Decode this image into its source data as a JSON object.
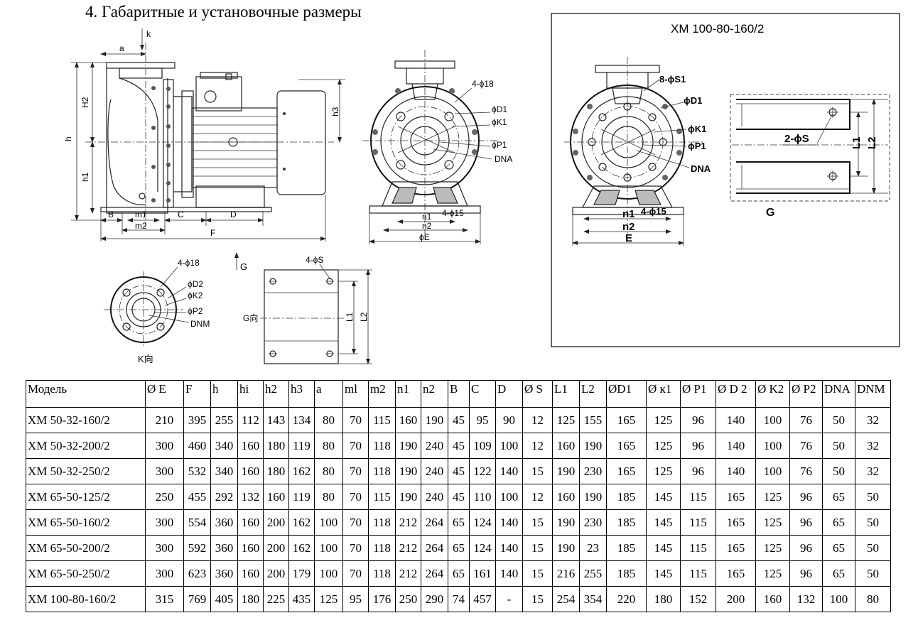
{
  "heading": "4. Габаритные и установочные размеры",
  "side_view_labels": {
    "k": "k",
    "a": "a",
    "H2": "H2",
    "h": "h",
    "h1": "h1",
    "h3": "h3",
    "B": "B",
    "m1": "m1",
    "m2": "m2",
    "C": "C",
    "D": "D",
    "F": "F"
  },
  "front_view_labels": {
    "holes": "4-ϕ18",
    "D1": "ϕD1",
    "K1": "ϕK1",
    "P1": "ϕP1",
    "DNA": "DNA",
    "base_holes": "4-ϕ15",
    "n1": "n1",
    "n2": "n2",
    "E": "ϕE"
  },
  "k_view_labels": {
    "holes": "4-ϕ18",
    "D2": "ϕD2",
    "K2": "ϕK2",
    "P2": "ϕP2",
    "DNM": "DNM",
    "title": "K向"
  },
  "g_view_labels": {
    "arrow": "G",
    "holes": "4-ϕS",
    "title": "G向",
    "L1": "L1",
    "L2": "L2"
  },
  "inset": {
    "title": "XM 100-80-160/2",
    "labels": {
      "holes": "8-ϕS1",
      "D1": "ϕD1",
      "K1": "ϕK1",
      "P1": "ϕP1",
      "DNA": "DNA",
      "base_holes": "4-ϕ15",
      "n1": "n1",
      "n2": "n2",
      "E": "E",
      "slots": "2-ϕS",
      "L1": "L1",
      "L2": "L2",
      "G": "G"
    }
  },
  "table": {
    "headers": [
      "Модель",
      "Ø E",
      "F",
      "h",
      "hi",
      "h2",
      "h3",
      "a",
      "ml",
      "m2",
      "n1",
      "n2",
      "B",
      "C",
      "D",
      "Ø S",
      "L1",
      "L2",
      "ØD1",
      "Ø к1",
      "Ø P1",
      "Ø D 2",
      "Ø K2",
      "Ø P2",
      "DNA",
      "DNM"
    ],
    "rows": [
      [
        " XM 50-32-160/2",
        "210",
        "395",
        "255",
        "112",
        "143",
        "134",
        "80",
        "70",
        "115",
        "160",
        "190",
        "45",
        "95",
        "90",
        "12",
        "125",
        "155",
        "165",
        "125",
        "96",
        "140",
        "100",
        "76",
        "50",
        "32"
      ],
      [
        "XM 50-32-200/2",
        "300",
        "460",
        "340",
        "160",
        "180",
        "119",
        "80",
        "70",
        "118",
        "190",
        "240",
        "45",
        "109",
        "100",
        "12",
        "160",
        "190",
        "165",
        "125",
        "96",
        "140",
        "100",
        "76",
        "50",
        "32"
      ],
      [
        "XM 50-32-250/2",
        "300",
        "532",
        "340",
        "160",
        "180",
        "162",
        "80",
        "70",
        "118",
        "190",
        "240",
        "45",
        "122",
        "140",
        "15",
        "190",
        "230",
        "165",
        "125",
        "96",
        "140",
        "100",
        "76",
        "50",
        "32"
      ],
      [
        "XM 65-50-125/2",
        "250",
        "455",
        "292",
        "132",
        "160",
        "119",
        "80",
        "70",
        "115",
        "190",
        "240",
        "45",
        "110",
        "100",
        "12",
        "160",
        "190",
        "185",
        "145",
        "115",
        "165",
        "125",
        "96",
        "65",
        "50"
      ],
      [
        "XM 65-50-160/2",
        "300",
        "554",
        "360",
        "160",
        "200",
        "162",
        "100",
        "70",
        "118",
        "212",
        "264",
        "65",
        "124",
        "140",
        "15",
        "190",
        "230",
        "185",
        "145",
        "115",
        "165",
        "125",
        "96",
        "65",
        "50"
      ],
      [
        "XM 65-50-200/2",
        "300",
        "592",
        "360",
        "160",
        "200",
        "162",
        "100",
        "70",
        "118",
        "212",
        "264",
        "65",
        "124",
        "140",
        "15",
        "190",
        "23",
        "185",
        "145",
        "115",
        "165",
        "125",
        "96",
        "65",
        "50"
      ],
      [
        "XM 65-50-250/2",
        "300",
        "623",
        "360",
        "160",
        "200",
        "179",
        "100",
        "70",
        "118",
        "212",
        "264",
        "65",
        "161",
        "140",
        "15",
        "216",
        "255",
        "185",
        "145",
        "115",
        "165",
        "125",
        "96",
        "65",
        "50"
      ],
      [
        "XM 100-80-160/2",
        "315",
        "769",
        "405",
        "180",
        "225",
        "435",
        "125",
        "95",
        "176",
        "250",
        "290",
        "74",
        "457",
        "-",
        "15",
        "254",
        "354",
        "220",
        "180",
        "152",
        "200",
        "160",
        "132",
        "100",
        "80"
      ]
    ]
  }
}
